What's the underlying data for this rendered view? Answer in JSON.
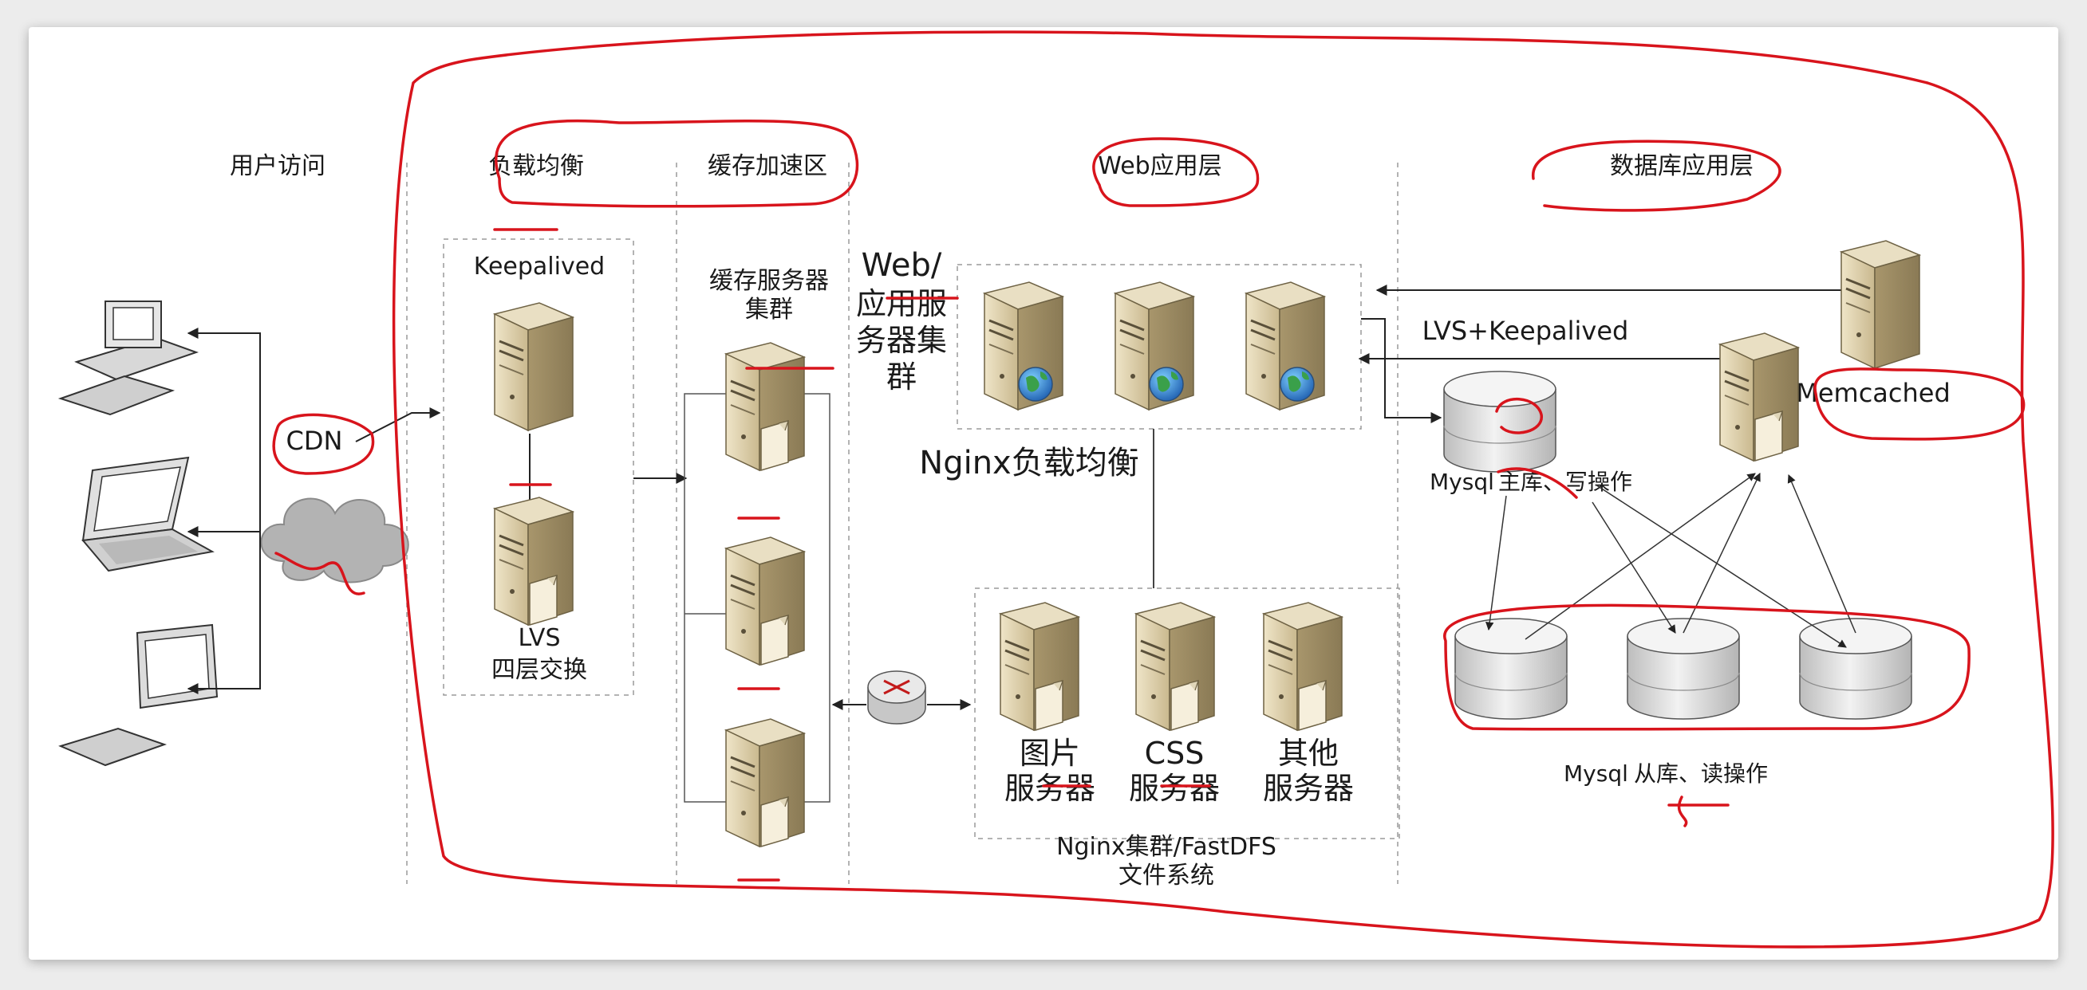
{
  "columns": {
    "user_access": "用户访问",
    "load_balance": "负载均衡",
    "cache_zone": "缓存加速区",
    "web_layer": "Web应用层",
    "db_layer": "数据库应用层"
  },
  "labels": {
    "cdn": "CDN",
    "keepalived": "Keepalived",
    "lvs": "LVS",
    "lvs_sub": "四层交换",
    "cache_cluster_1": "缓存服务器",
    "cache_cluster_2": "集群",
    "web_cluster_1": "Web/",
    "web_cluster_2": "应用服",
    "web_cluster_3": "务器集",
    "web_cluster_4": "群",
    "nginx_lb": "Nginx负载均衡",
    "lvs_keepalived": "LVS+Keepalived",
    "memcached": "Memcached",
    "mysql_master_a": "Mysql",
    "mysql_master_b": "主库、写操作",
    "mysql_slave_a": "Mysql",
    "mysql_slave_b": "从库、读操作",
    "img_server_1": "图片",
    "img_server_2": "服务器",
    "css_server_1": "CSS",
    "css_server_2": "服务器",
    "other_server_1": "其他",
    "other_server_2": "服务器",
    "fastdfs_1": "Nginx集群/FastDFS",
    "fastdfs_2": "文件系统"
  },
  "colors": {
    "annotation": "#d8141c",
    "divider": "#9a9a9a",
    "server_body": "#d9cba6",
    "disk": "#dcdcdc"
  }
}
